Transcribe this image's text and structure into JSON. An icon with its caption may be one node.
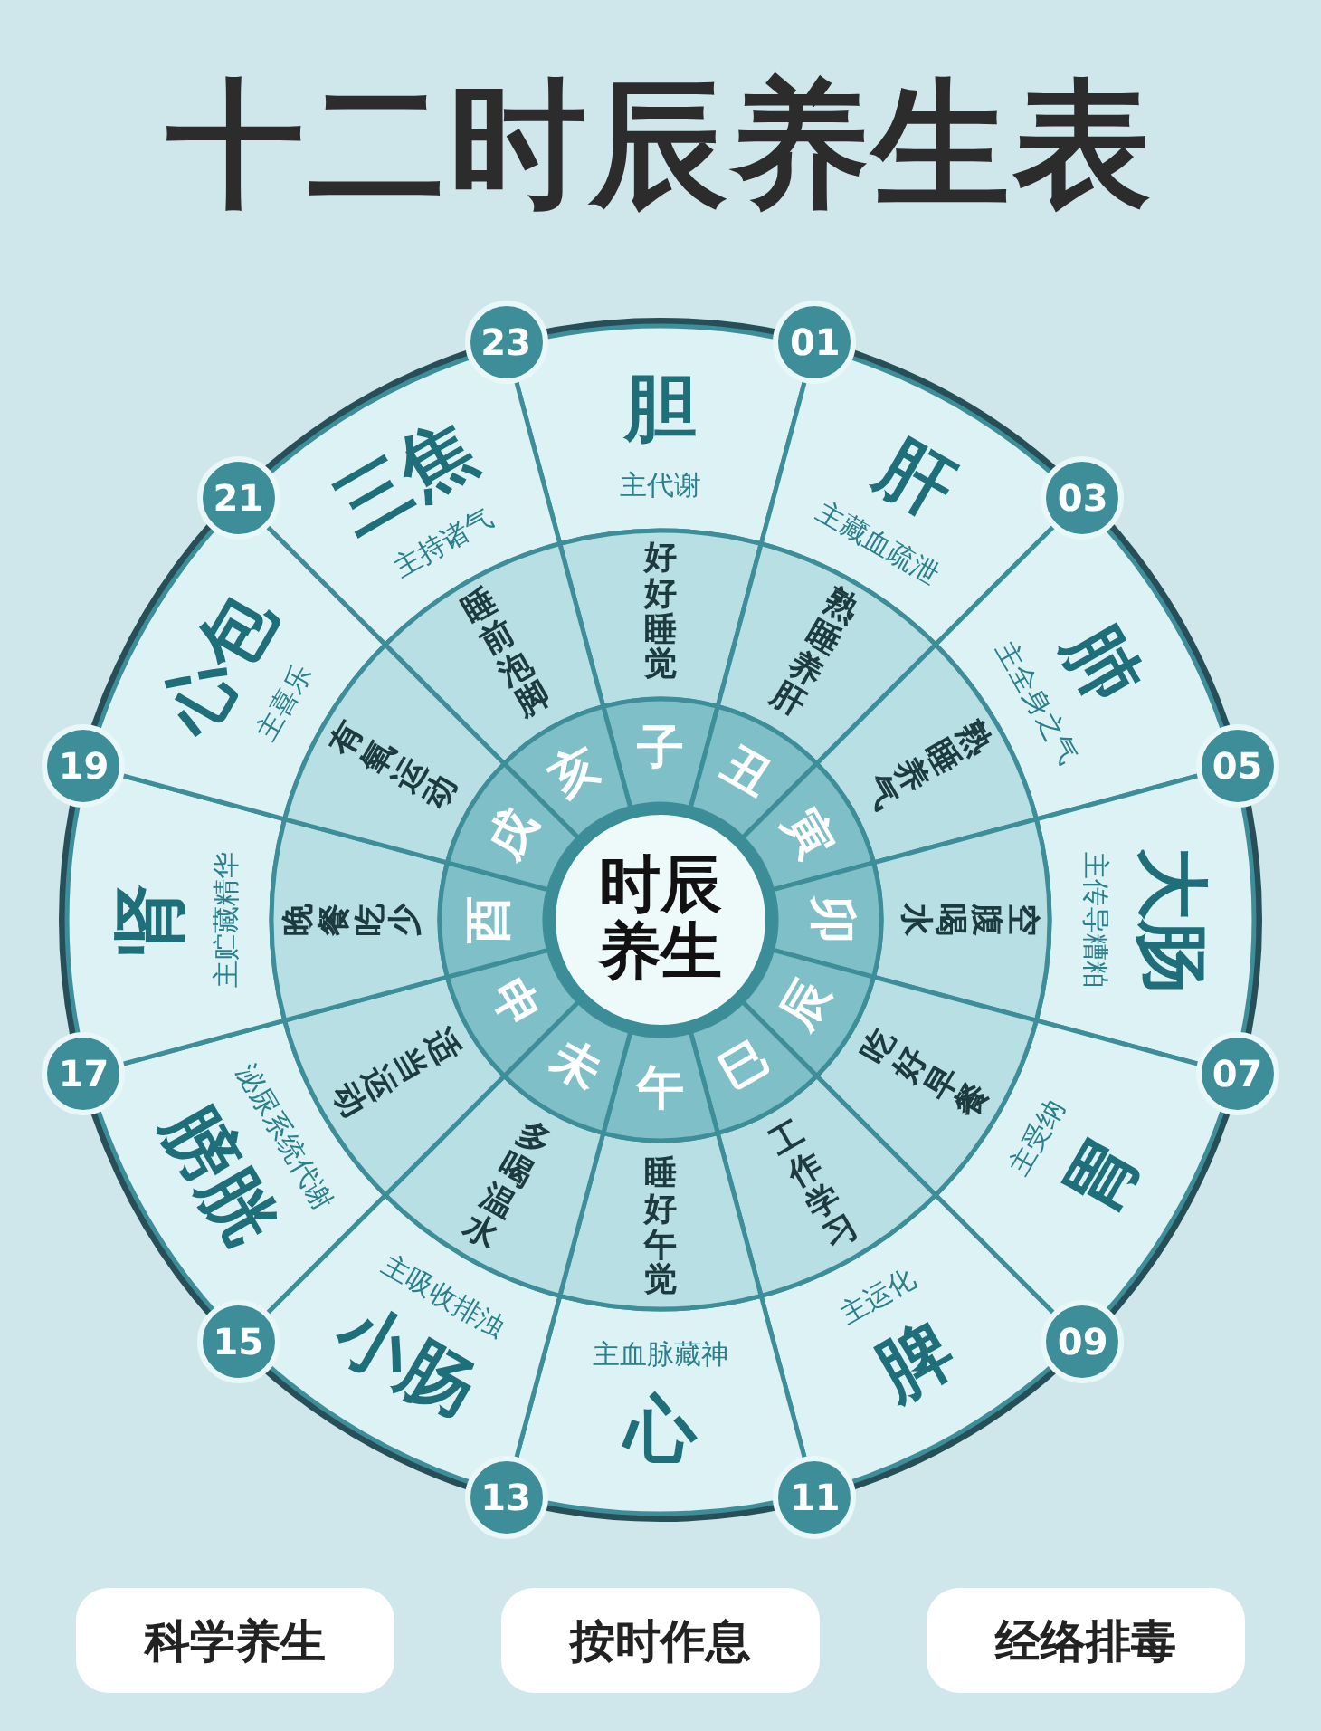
{
  "diagram": {
    "title": "十二时辰养生表",
    "nodes": [
      {
        "text": [
          "时辰养生"
        ]
      },
      {
        "text": [
          "23"
        ]
      },
      {
        "text": [
          "01"
        ]
      },
      {
        "text": [
          "03"
        ]
      },
      {
        "text": [
          "05"
        ]
      },
      {
        "text": [
          "07"
        ]
      },
      {
        "text": [
          "09"
        ]
      },
      {
        "text": [
          "11"
        ]
      },
      {
        "text": [
          "13"
        ]
      },
      {
        "text": [
          "15"
        ]
      },
      {
        "text": [
          "17"
        ]
      },
      {
        "text": [
          "19"
        ]
      },
      {
        "text": [
          "21"
        ]
      },
      {
        "text": [
          "科学养生"
        ]
      },
      {
        "text": [
          "按时作息"
        ]
      },
      {
        "text": [
          "经络排毒"
        ]
      }
    ],
    "edges": [],
    "labels": [
      "胆",
      "主代谢",
      "好好睡觉",
      "子",
      "肝",
      "主藏血疏泄",
      "熟睡养肝",
      "丑",
      "肺",
      "主全身之气",
      "熟睡养气",
      "寅",
      "大肠",
      "主传导糟粕",
      "空腹喝水",
      "卯",
      "胃",
      "主受纳",
      "吃好早餐",
      "辰",
      "脾",
      "主运化",
      "工作学习",
      "巳",
      "心",
      "主血脉藏神",
      "睡好午觉",
      "午",
      "小肠",
      "主吸收排浊",
      "多喝温水",
      "未",
      "膀胱",
      "泌尿系统代谢",
      "适当运动",
      "申",
      "肾",
      "主贮藏精华",
      "晚餐吃少",
      "酉",
      "心包",
      "主喜乐",
      "有氧运动",
      "戌",
      "三焦",
      "主持诸气",
      "睡前泡脚",
      "亥"
    ]
  }
}
